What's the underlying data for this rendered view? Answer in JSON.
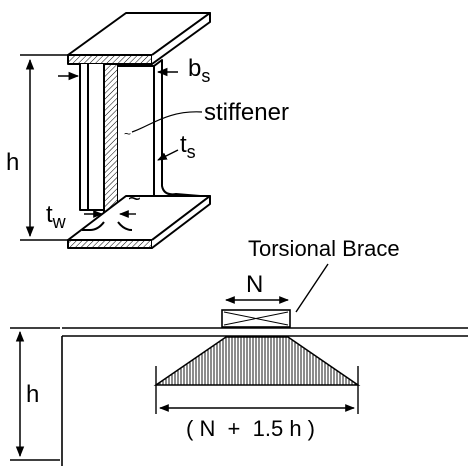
{
  "labels": {
    "h_top": "h",
    "b_s_main": "b",
    "b_s_sub": "s",
    "stiffener": "stiffener",
    "t_s_main": "t",
    "t_s_sub": "s",
    "t_w_main": "t",
    "t_w_sub": "w",
    "tilde": "~",
    "torsional_brace": "Torsional Brace",
    "n_label": "N",
    "h_bottom": "h",
    "bearing_length": "( N  +  1.5 h )"
  }
}
